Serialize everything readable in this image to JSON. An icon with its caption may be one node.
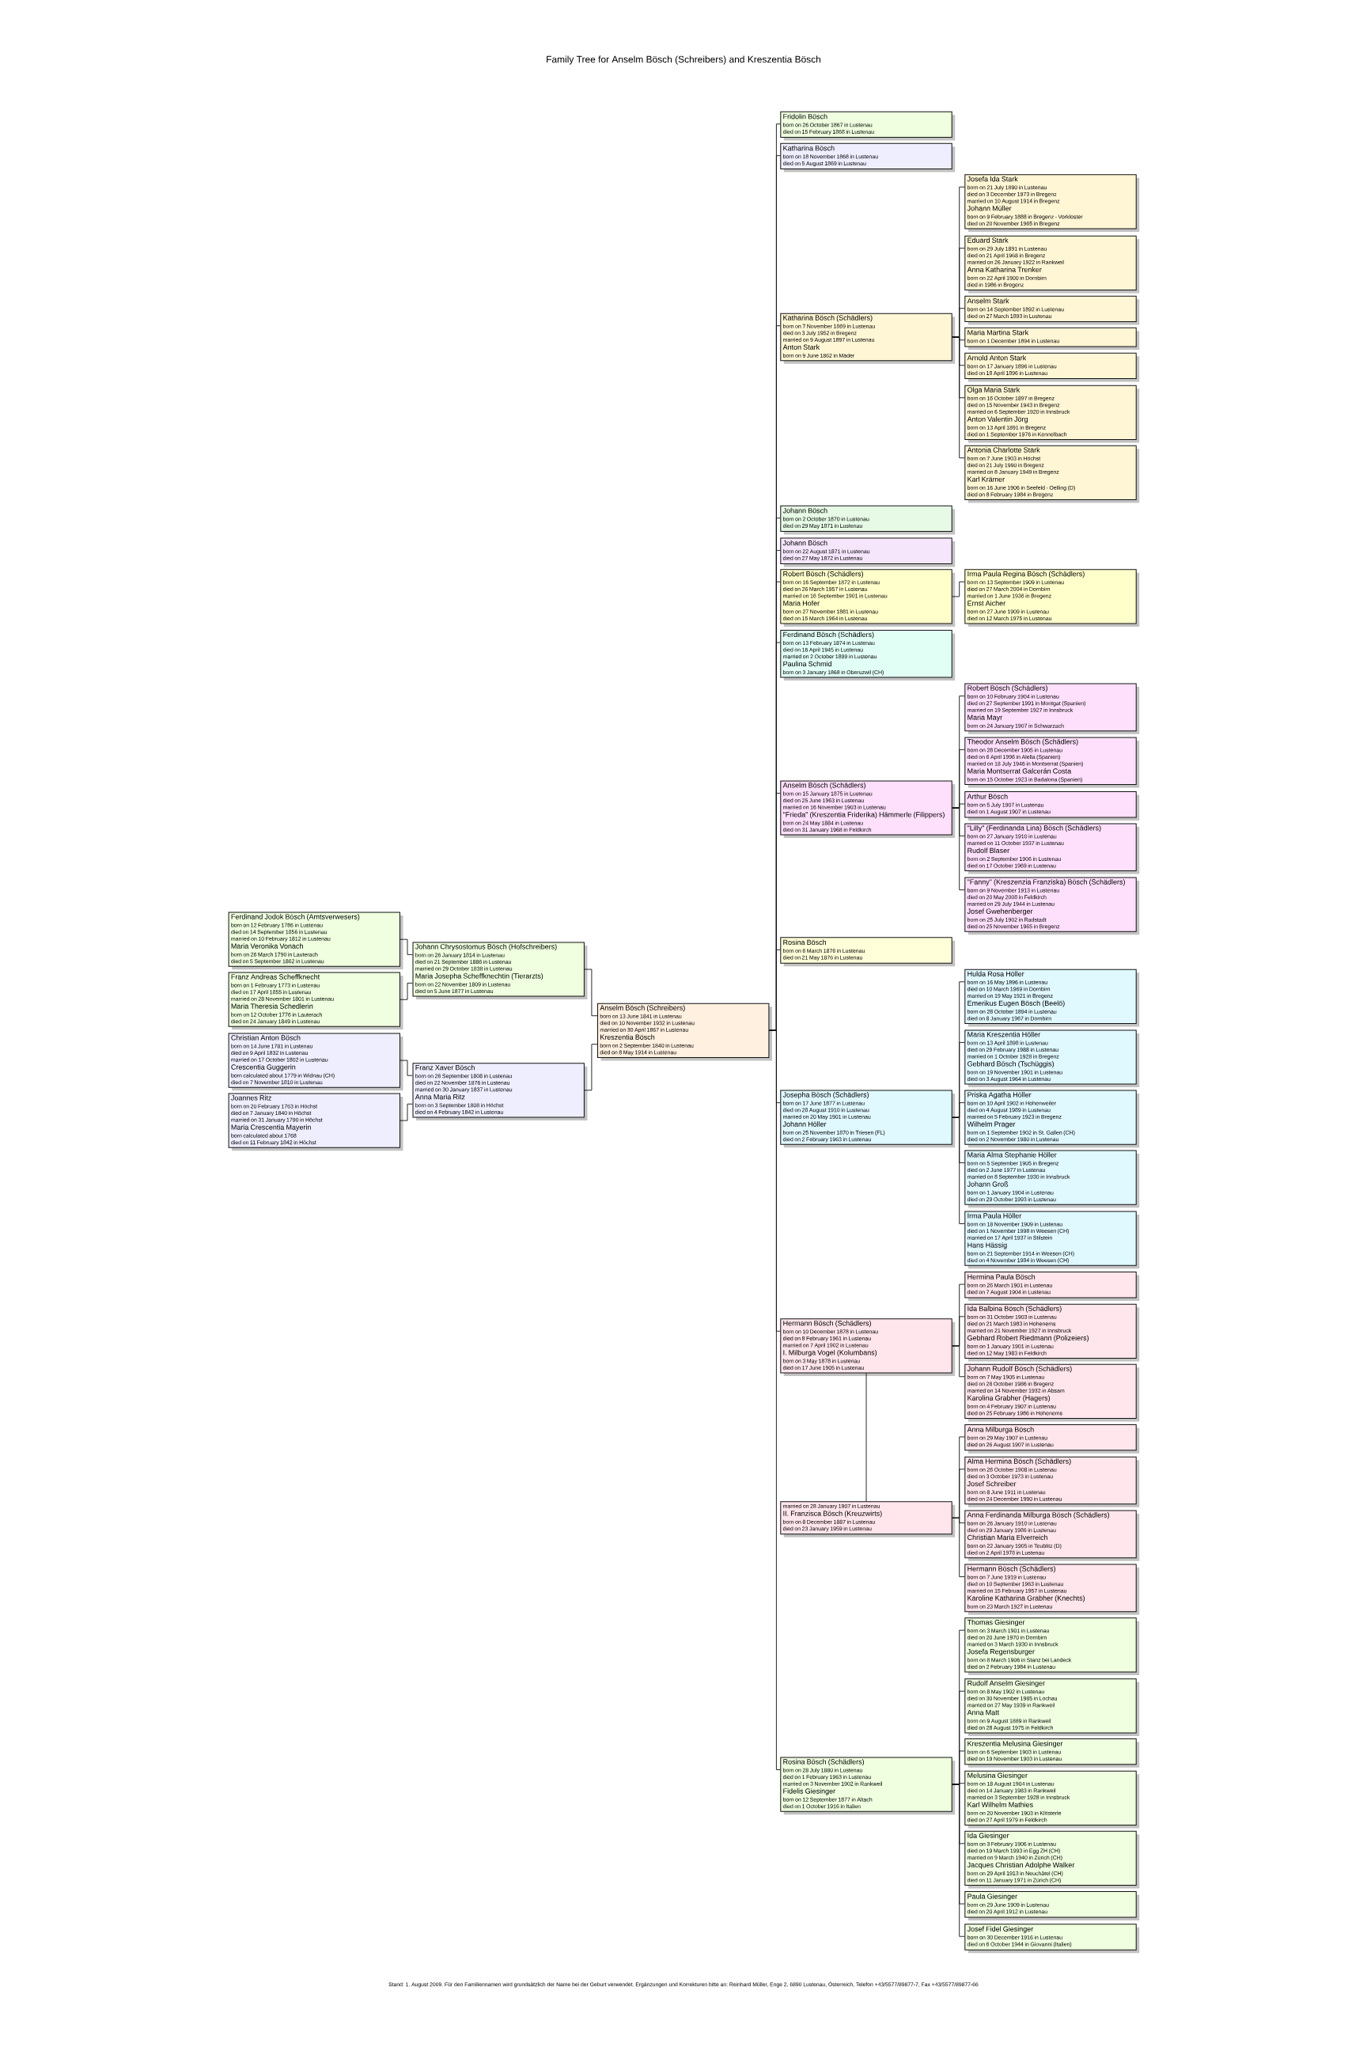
{
  "diagram": {
    "title": "Family Tree for Anselm Bösch (Schreibers) and Kreszentia Bösch",
    "nodes": [
      {
        "text": [
          "Ferdinand Jodok Bösch (Amtsverwesers)",
          "born on 12 February 1786 in Lustenau",
          "died on 14 September 1856 in Lustenau",
          "married on 10 February 1812 in Lustenau",
          "Maria Veronika Vonach",
          "born on 26 March 1790 in Lauterach",
          "died on 5 September 1862 in Lustenau"
        ]
      },
      {
        "text": [
          "Franz Andreas Scheffknecht",
          "born on 1 February 1773 in Lustenau",
          "died on 17 April 1855 in Lustenau",
          "married on 28 November 1801 in Lustenau",
          "Maria Theresia Schedlerin",
          "born on 12 October 1776 in Lauterach",
          "died on 24 January 1849 in Lustenau"
        ]
      },
      {
        "text": [
          "Christian Anton Bösch",
          "born on 14 June 1781 in Lustenau",
          "died on 9 April 1832 in Lustenau",
          "married on 17 October 1802 in Lustenau",
          "Crescentia Guggerin",
          "born calculated about 1779 in Widnau (CH)",
          "died on 7 November 1810 in Lustenau"
        ]
      },
      {
        "text": [
          "Joannes Ritz",
          "born on 20 February 1763 in Höchst",
          "died on 7 January 1840 in Höchst",
          "married on 31 January 1790 in Höchst",
          "Maria Crescentia Mayerin",
          "born calculated about 1768",
          "died on 11 February 1842 in Höchst"
        ]
      },
      {
        "text": [
          "Johann Chrysostomus Bösch (Hofschreibers)",
          "born on 26 January 1814 in Lustenau",
          "died on 21 September 1886 in Lustenau",
          "married on 29 October 1838 in Lustenau",
          "Maria Josepha Scheffknechtin (Tierarzts)",
          "born on 22 November 1809 in Lustenau",
          "died on 5 June 1877 in Lustenau"
        ]
      },
      {
        "text": [
          "Franz Xaver Bösch",
          "born on 26 September 1808 in Lustenau",
          "died on 22 November 1876 in Lustenau",
          "married on 30 January 1837 in Lustenau",
          "Anna Maria Ritz",
          "born on 3 September 1808 in Höchst",
          "died on 4 February 1842 in Lustenau"
        ]
      },
      {
        "text": [
          "Anselm Bösch (Schreibers)",
          "born on 13 June 1841 in Lustenau",
          "died on 10 November 1932 in Lustenau",
          "married on 30 April 1867 in Lustenau",
          "Kreszentia Bösch",
          "born on 2 September 1840 in Lustenau",
          "died on 8 May 1914 in Lustenau"
        ]
      },
      {
        "text": [
          "Fridolin Bösch",
          "born on 26 October 1867 in Lustenau",
          "died on 15 February 1868 in Lustenau"
        ]
      },
      {
        "text": [
          "Katharina Bösch",
          "born on 18 November 1868 in Lustenau",
          "died on 5 August 1869 in Lustenau"
        ]
      },
      {
        "text": [
          "Katharina Bösch (Schädlers)",
          "born on 7 November 1869 in Lustenau",
          "died on 3 July 1952 in Bregenz",
          "married on 9 August 1897 in Lustenau",
          "Anton Stark",
          "born on 9 June 1862 in Mäder"
        ]
      },
      {
        "text": [
          "Josefa Ida Stark",
          "born on 21 July 1890 in Lustenau",
          "died on 3 December 1973 in Bregenz",
          "married on 10 August 1914 in Bregenz",
          "Johann Müller",
          "born on 9 February 1888 in Bregenz - Vorkloster",
          "died on 20 November 1965 in Bregenz"
        ]
      },
      {
        "text": [
          "Eduard Stark",
          "born on 29 July 1891 in Lustenau",
          "died on 21 April 1968 in Bregenz",
          "married on 26 January 1922 in Rankweil",
          "Anna Katharina Trenker",
          "born on 22 April 1900 in Dornbirn",
          "died in 1986 in Bregenz"
        ]
      },
      {
        "text": [
          "Anselm Stark",
          "born on 14 September 1892 in Lustenau",
          "died on 27 March 1893 in Lustenau"
        ]
      },
      {
        "text": [
          "Maria Martina Stark",
          "born on 1 December 1894 in Lustenau"
        ]
      },
      {
        "text": [
          "Arnold Anton Stark",
          "born on 17 January 1896 in Lustenau",
          "died on 18 April 1896 in Lustenau"
        ]
      },
      {
        "text": [
          "Olga Maria Stark",
          "born on 16 October 1897 in Bregenz",
          "died on 15 November 1943 in Bregenz",
          "married on 6 September 1920 in Innsbruck",
          "Anton Valentin Jörg",
          "born on 13 April 1891 in Bregenz",
          "died on 1 September 1976 in Kennelbach"
        ]
      },
      {
        "text": [
          "Antonia Charlotte Stark",
          "born on 7 June 1903 in Höchst",
          "died on 21 July 1990 in Bregenz",
          "married on 8 January 1949 in Bregenz",
          "Karl Krämer",
          "born on 16 June 1906 in Seefeld - Oelling (D)",
          "died on 8 February 1984 in Bregenz"
        ]
      },
      {
        "text": [
          "Johann Bösch",
          "born on 2 October 1870 in Lustenau",
          "died on 29 May 1871 in Lustenau"
        ]
      },
      {
        "text": [
          "Johann Bösch",
          "born on 22 August 1871 in Lustenau",
          "died on 27 May 1872 in Lustenau"
        ]
      },
      {
        "text": [
          "Robert Bösch (Schädlers)",
          "born on 16 September 1872 in Lustenau",
          "died on 26 March 1957 in Lustenau",
          "married on 16 September 1901 in Lustenau",
          "Maria Hofer",
          "born on 27 November 1881 in Lustenau",
          "died on 15 March 1964 in Lustenau"
        ]
      },
      {
        "text": [
          "Irma Paula Regina Bösch (Schädlers)",
          "born on 13 September 1909 in Lustenau",
          "died on 27 March 2004 in Dornbirn",
          "married on 1 June 1936 in Bregenz",
          "Ernst Aicher",
          "born on 27 June 1909 in Lustenau",
          "died on 12 March 1975 in Lustenau"
        ]
      },
      {
        "text": [
          "Ferdinand Bösch (Schädlers)",
          "born on 13 February 1874 in Lustenau",
          "died on 16 April 1945 in Lustenau",
          "married on 2 October 1899 in Lustenau",
          "Paulina Schmid",
          "born on 3 January 1868 in Oberuzwil (CH)"
        ]
      },
      {
        "text": [
          "Anselm Bösch (Schädlers)",
          "born on 15 January 1875 in Lustenau",
          "died on 25 June 1963 in Lustenau",
          "married on 16 November 1903 in Lustenau",
          "\"Frieda\" (Kreszentia Friderika) Hämmerle (Filippers)",
          "born on 24 May 1884 in Lustenau",
          "died on 31 January 1968 in Feldkirch"
        ]
      },
      {
        "text": [
          "Robert Bösch (Schädlers)",
          "born on 10 February 1904 in Lustenau",
          "died on 27 September 1991 in Montgat (Spanien)",
          "married on 19 September 1927 in Innsbruck",
          "Maria Mayr",
          "born on 24 January 1907 in Schwarzach"
        ]
      },
      {
        "text": [
          "Theodor Anselm Bösch (Schädlers)",
          "born on 28 December 1905 in Lustenau",
          "died on 6 April 1996 in Alella (Spanien)",
          "married on 18 July 1946 in Montserrat (Spanien)",
          "Maria Montserrat Galcerán Costa",
          "born on 15 October 1923 in Badalona (Spanien)"
        ]
      },
      {
        "text": [
          "Arthur Bösch",
          "born on 5 July 1907 in Lustenau",
          "died on 1 August 1907 in Lustenau"
        ]
      },
      {
        "text": [
          "\"Lilly\" (Ferdinanda Lina) Bösch (Schädlers)",
          "born on 27 January 1910 in Lustenau",
          "married on 11 October 1937 in Lustenau",
          "Rudolf Blaser",
          "born on 2 September 1906 in Lustenau",
          "died on 17 October 1969 in Lustenau"
        ]
      },
      {
        "text": [
          "\"Fanny\" (Kreszenzia Franziska) Bösch (Schädlers)",
          "born on 9 November 1913 in Lustenau",
          "died on 20 May 2008 in Feldkirch",
          "married on 29 July 1944 in Lustenau",
          "Josef Gwehenberger",
          "born on 25 July 1902 in Radstadt",
          "died on 25 November 1965 in Bregenz"
        ]
      },
      {
        "text": [
          "Rosina Bösch",
          "born on 6 March 1876 in Lustenau",
          "died on 21 May 1876 in Lustenau"
        ]
      },
      {
        "text": [
          "Josepha Bösch (Schädlers)",
          "born on 17 June 1877 in Lustenau",
          "died on 28 August 1910 in Lustenau",
          "married on 20 May 1901 in Lustenau",
          "Johann Höller",
          "born on 25 November 1870 in Triesen (FL)",
          "died on 2 February 1963 in Lustenau"
        ]
      },
      {
        "text": [
          "Hulda Rosa Höller",
          "born on 16 May 1896 in Lustenau",
          "died on 10 March 1969 in Dornbirn",
          "married on 19 May 1921 in Bregenz",
          "Emerikus Eugen Bösch (Beelö)",
          "born on 28 October 1894 in Lustenau",
          "died on 8 January 1967 in Dornbirn"
        ]
      },
      {
        "text": [
          "Maria Kreszentia Höller",
          "born on 13 April 1898 in Lustenau",
          "died on 29 February 1988 in Lustenau",
          "married on 1 October 1928 in Bregenz",
          "Gebhard Bösch (Tschüggis)",
          "born on 19 November 1901 in Lustenau",
          "died on 3 August 1964 in Lustenau"
        ]
      },
      {
        "text": [
          "Priska Agatha Höller",
          "born on 10 April 1902 in Hohenweiler",
          "died on 4 August 1989 in Lustenau",
          "married on 5 February 1923 in Bregenz",
          "Wilhelm Prager",
          "born on 1 September 1902 in St. Gallen (CH)",
          "died on 2 November 1980 in Lustenau"
        ]
      },
      {
        "text": [
          "Maria Alma Stephanie Höller",
          "born on 5 September 1905 in Bregenz",
          "died on 2 June 1977 in Lustenau",
          "married on 8 September 1930 in Innsbruck",
          "Johann Groß",
          "born on 1 January 1904 in Lustenau",
          "died on 29 October 1993 in Lustenau"
        ]
      },
      {
        "text": [
          "Irma Paula Höller",
          "born on 18 November 1909 in Lustenau",
          "died on 1 November 1998 in Weesen (CH)",
          "married on 17 April 1937 in Stilstein",
          "Hans Hässig",
          "born on 21 September 1914 in Weesen (CH)",
          "died on 4 November 1984 in Weesen (CH)"
        ]
      },
      {
        "text": [
          "Hermann Bösch (Schädlers)",
          "born on 10 December 1878 in Lustenau",
          "died on 8 February 1961 in Lustenau",
          "married on 7 April 1902 in Lustenau",
          "I. Milburga Vogel (Kolumbans)",
          "born on 3 May 1878 in Lustenau",
          "died on 17 June 1905 in Lustenau"
        ]
      },
      {
        "text": [
          "Hermina Paula Bösch",
          "born on 26 March 1901 in Lustenau",
          "died on 7 August 1904 in Lustenau"
        ]
      },
      {
        "text": [
          "Ida Balbina Bösch (Schädlers)",
          "born on 31 October 1903 in Lustenau",
          "died on 21 March 1983 in Hohenems",
          "married on 21 November 1927 in Innsbruck",
          "Gebhard Robert Riedmann (Polizeiers)",
          "born on 1 January 1901 in Lustenau",
          "died on 12 May 1983 in Feldkirch"
        ]
      },
      {
        "text": [
          "Johann Rudolf Bösch (Schädlers)",
          "born on 7 May 1905 in Lustenau",
          "died on 28 October 1986 in Bregenz",
          "married on 14 November 1932 in Absam",
          "Karolina Grabher (Hagers)",
          "born on 4 February 1907 in Lustenau",
          "died on 25 February 1986 in Hohenems"
        ]
      },
      {
        "text": [
          "married on 28 January 1907 in Lustenau",
          "II. Franzisca Bösch (Kreuzwirts)",
          "born on 8 December 1887 in Lustenau",
          "died on 23 January 1959 in Lustenau"
        ]
      },
      {
        "text": [
          "Anna Milburga Bösch",
          "born on 29 May 1907 in Lustenau",
          "died on 26 August 1907 in Lustenau"
        ]
      },
      {
        "text": [
          "Alma Hermina Bösch (Schädlers)",
          "born on 26 October 1908 in Lustenau",
          "died on 3 October 1973 in Lustenau",
          "Josef Schreiber",
          "born on 8 June 1911 in Lustenau",
          "died on 24 December 1990 in Lustenau"
        ]
      },
      {
        "text": [
          "Anna Ferdinanda Milburga Bösch (Schädlers)",
          "born on 26 January 1910 in Lustenau",
          "died on 29 January 1986 in Lustenau",
          "Christian Maria Elverreich",
          "born on 22 January 1905 in Teublitz (D)",
          "died on 2 April 1978 in Lustenau"
        ]
      },
      {
        "text": [
          "Hermann Bösch (Schädlers)",
          "born on 7 June 1919 in Lustenau",
          "died on 10 September 1963 in Lustenau",
          "married on 15 February 1957 in Lustenau",
          "Karoline Katharina Grabher (Knechts)",
          "born on 23 March 1927 in Lustenau"
        ]
      },
      {
        "text": [
          "Rosina Bösch (Schädlers)",
          "born on 28 July 1880 in Lustenau",
          "died on 1 February 1963 in Lustenau",
          "married on 3 November 1902 in Rankweil",
          "Fidelis Giesinger",
          "born on 12 September 1877 in Altach",
          "died on 1 October 1916 in Italien"
        ]
      },
      {
        "text": [
          "Thomas Giesinger",
          "born on 3 March 1901 in Lustenau",
          "died on 20 June 1970 in Dornbirn",
          "married on 3 March 1930 in Innsbruck",
          "Josefa Regensburger",
          "born on 8 March 1906 in Stanz bei Landeck",
          "died on 2 February 1984 in Lustenau"
        ]
      },
      {
        "text": [
          "Rudolf Anselm Giesinger",
          "born on 8 May 1902 in Lustenau",
          "died on 30 November 1985 in Lochau",
          "married on 27 May 1939 in Rankweil",
          "Anna Matt",
          "born on 9 August 1889 in Rankweil",
          "died on 28 August 1975 in Feldkirch"
        ]
      },
      {
        "text": [
          "Kreszentia Melusina Giesinger",
          "born on 6 September 1903 in Lustenau",
          "died on 19 November 1903 in Lustenau"
        ]
      },
      {
        "text": [
          "Melusina Giesinger",
          "born on 18 August 1904 in Lustenau",
          "died on 14 January 1983 in Rankweil",
          "married on 3 September 1928 in Innsbruck",
          "Karl Wilhelm Mathies",
          "born on 20 November 1903 in Klösterle",
          "died on 27 April 1979 in Feldkirch"
        ]
      },
      {
        "text": [
          "Ida Giesinger",
          "born on 3 February 1906 in Lustenau",
          "died on 19 March 1993 in Egg ZH (CH)",
          "married on 9 March 1940 in Zürich (CH)",
          "Jacques Christian Adolphe Walker",
          "born on 29 April 1913 in Neuchâtel (CH)",
          "died on 11 January 1971 in Zürich (CH)"
        ]
      },
      {
        "text": [
          "Paula Giesinger",
          "born on 29 June 1909 in Lustenau",
          "died on 20 April 1912 in Lustenau"
        ]
      },
      {
        "text": [
          "Josef Fidel Giesinger",
          "born on 30 December 1916 in Lustenau",
          "died on 6 October 1944 in Giovanni (Italien)"
        ]
      }
    ],
    "edges": [
      {
        "from": 0,
        "to": 4,
        "arrow": "none"
      },
      {
        "from": 1,
        "to": 4,
        "arrow": "none"
      },
      {
        "from": 2,
        "to": 5,
        "arrow": "none"
      },
      {
        "from": 3,
        "to": 5,
        "arrow": "none"
      },
      {
        "from": 4,
        "to": 6,
        "arrow": "none"
      },
      {
        "from": 5,
        "to": 6,
        "arrow": "none"
      },
      {
        "from": 6,
        "to": 7,
        "arrow": "none"
      },
      {
        "from": 6,
        "to": 8,
        "arrow": "none"
      },
      {
        "from": 6,
        "to": 9,
        "arrow": "none"
      },
      {
        "from": 6,
        "to": 17,
        "arrow": "none"
      },
      {
        "from": 6,
        "to": 18,
        "arrow": "none"
      },
      {
        "from": 6,
        "to": 19,
        "arrow": "none"
      },
      {
        "from": 6,
        "to": 21,
        "arrow": "none"
      },
      {
        "from": 6,
        "to": 22,
        "arrow": "none"
      },
      {
        "from": 6,
        "to": 28,
        "arrow": "none"
      },
      {
        "from": 6,
        "to": 29,
        "arrow": "none"
      },
      {
        "from": 6,
        "to": 35,
        "arrow": "none"
      },
      {
        "from": 6,
        "to": 44,
        "arrow": "none"
      },
      {
        "from": 9,
        "to": 10,
        "arrow": "none"
      },
      {
        "from": 9,
        "to": 11,
        "arrow": "none"
      },
      {
        "from": 9,
        "to": 12,
        "arrow": "none"
      },
      {
        "from": 9,
        "to": 13,
        "arrow": "none"
      },
      {
        "from": 9,
        "to": 14,
        "arrow": "none"
      },
      {
        "from": 9,
        "to": 15,
        "arrow": "none"
      },
      {
        "from": 9,
        "to": 16,
        "arrow": "none"
      },
      {
        "from": 19,
        "to": 20,
        "arrow": "none"
      },
      {
        "from": 22,
        "to": 23,
        "arrow": "none"
      },
      {
        "from": 22,
        "to": 24,
        "arrow": "none"
      },
      {
        "from": 22,
        "to": 25,
        "arrow": "none"
      },
      {
        "from": 22,
        "to": 26,
        "arrow": "none"
      },
      {
        "from": 22,
        "to": 27,
        "arrow": "none"
      },
      {
        "from": 29,
        "to": 30,
        "arrow": "none"
      },
      {
        "from": 29,
        "to": 31,
        "arrow": "none"
      },
      {
        "from": 29,
        "to": 32,
        "arrow": "none"
      },
      {
        "from": 29,
        "to": 33,
        "arrow": "none"
      },
      {
        "from": 29,
        "to": 34,
        "arrow": "none"
      },
      {
        "from": 35,
        "to": 36,
        "arrow": "none"
      },
      {
        "from": 35,
        "to": 37,
        "arrow": "none"
      },
      {
        "from": 35,
        "to": 38,
        "arrow": "none"
      },
      {
        "from": 35,
        "to": 39,
        "arrow": "none"
      },
      {
        "from": 39,
        "to": 40,
        "arrow": "none"
      },
      {
        "from": 39,
        "to": 41,
        "arrow": "none"
      },
      {
        "from": 39,
        "to": 42,
        "arrow": "none"
      },
      {
        "from": 39,
        "to": 43,
        "arrow": "none"
      },
      {
        "from": 44,
        "to": 45,
        "arrow": "none"
      },
      {
        "from": 44,
        "to": 46,
        "arrow": "none"
      },
      {
        "from": 44,
        "to": 47,
        "arrow": "none"
      },
      {
        "from": 44,
        "to": 48,
        "arrow": "none"
      },
      {
        "from": 44,
        "to": 49,
        "arrow": "none"
      },
      {
        "from": 44,
        "to": 50,
        "arrow": "none"
      },
      {
        "from": 44,
        "to": 51,
        "arrow": "none"
      }
    ],
    "labels": [
      "Stand: 1. August 2009. Für den Familiennamen wird grundsätzlich der Name bei der Geburt verwendet. Ergänzungen und Korrekturen bitte an: Reinhard Müller, Enge 2, 6890 Lustenau, Österreich, Telefon +43/5577/89877-7, Fax +43/5577/89877-66"
    ]
  }
}
